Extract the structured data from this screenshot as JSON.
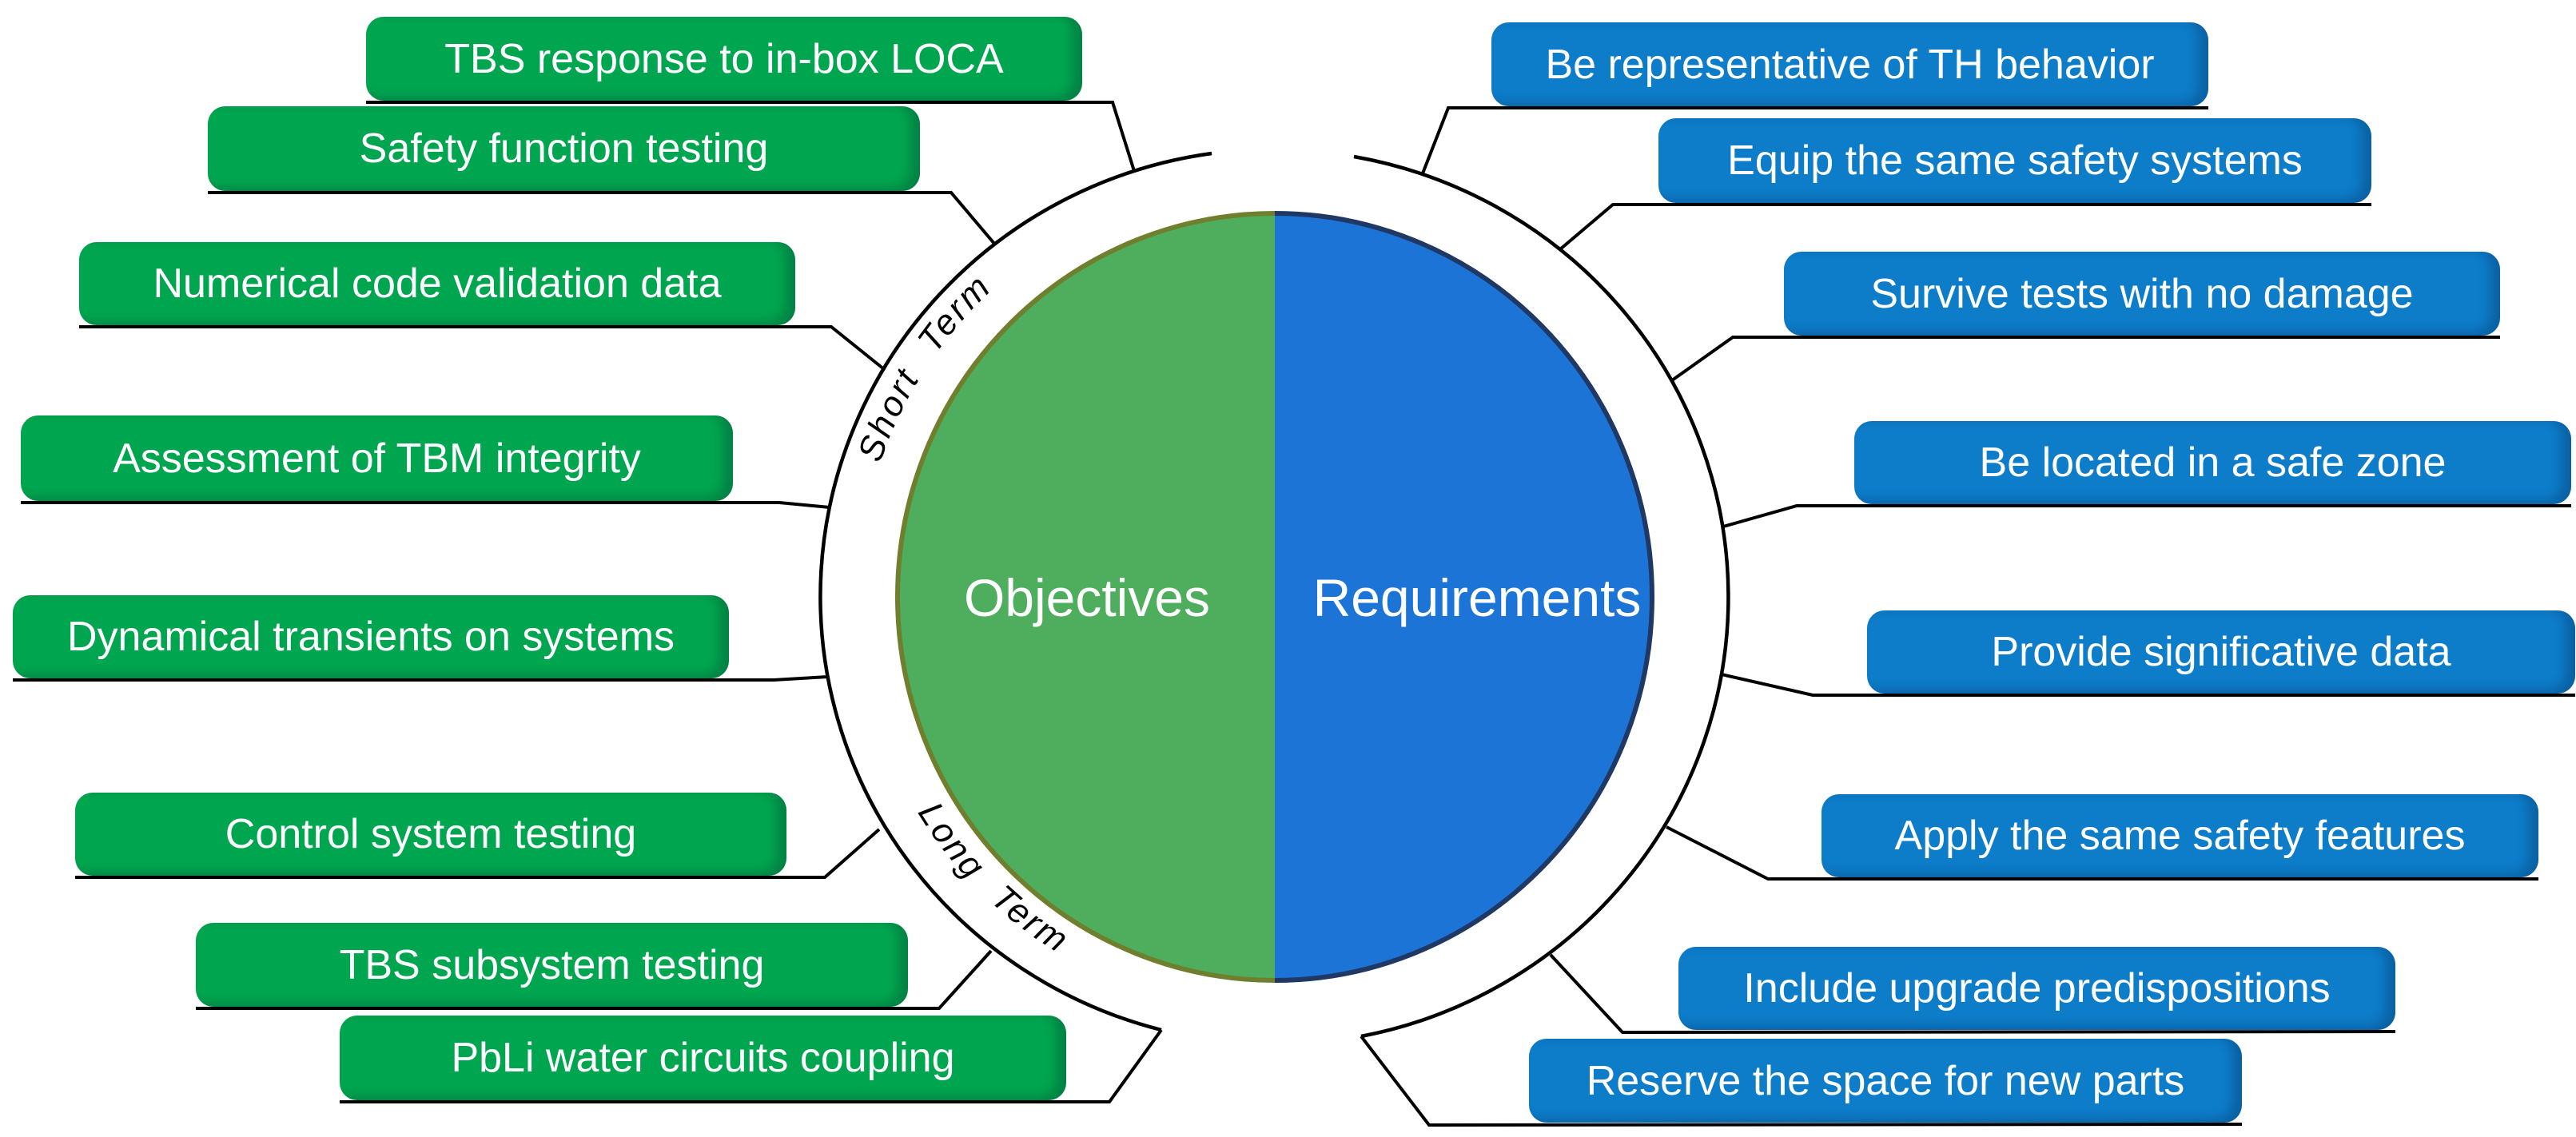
{
  "diagram": {
    "center": {
      "left_half_label": "Objectives",
      "right_half_label": "Requirements"
    },
    "arc_labels": {
      "short_term": "Short Term",
      "long_term": "Long Term"
    },
    "objectives": [
      "TBS response to in-box LOCA",
      "Safety function testing",
      "Numerical code validation data",
      "Assessment of TBM integrity",
      "Dynamical transients on systems",
      "Control system testing",
      "TBS subsystem testing",
      "PbLi water circuits coupling"
    ],
    "requirements": [
      "Be representative of TH behavior",
      "Equip the same safety systems",
      "Survive tests with no damage",
      "Be located in a safe zone",
      "Provide significative data",
      "Apply the same safety features",
      "Include upgrade predispositions",
      "Reserve the space for new parts"
    ],
    "colors": {
      "objective_box_green": "#00a64f",
      "objectives_half_green": "#4eae5d",
      "objectives_outline_olive": "#6f7f2d",
      "requirement_box_blue": "#0d7cc9",
      "requirements_half_blue": "#1b74d6",
      "requirements_outline_navy": "#1f3864",
      "connector_black": "#000000",
      "center_text_white": "#ffffff",
      "arc_label_black": "#000000"
    }
  }
}
